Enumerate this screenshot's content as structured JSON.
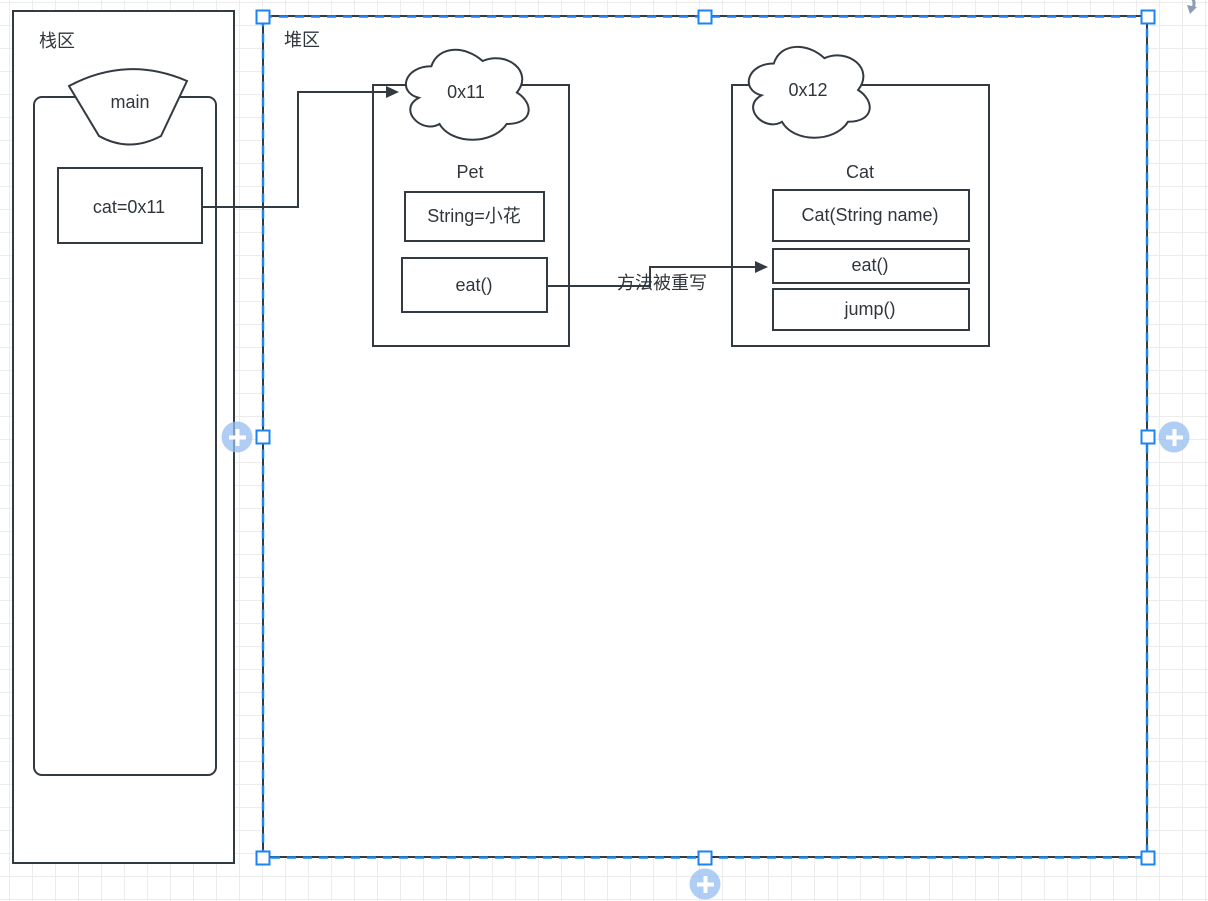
{
  "canvas": {
    "tool": "diagram-editor-canvas",
    "colors": {
      "shape_stroke": "#333a41",
      "selection_blue": "#1b84f0",
      "plus_button_fill": "#a9c8ee",
      "grid_line": "#ececec",
      "text": "#30363c"
    }
  },
  "stack": {
    "label": "栈区",
    "frame": {
      "label": "main"
    },
    "variable": {
      "label": "cat=0x11"
    }
  },
  "heap": {
    "label": "堆区",
    "pet": {
      "address": "0x11",
      "title": "Pet",
      "members": [
        "String=小花",
        "eat()"
      ]
    },
    "cat": {
      "address": "0x12",
      "title": "Cat",
      "members": [
        "Cat(String name)",
        "eat()",
        "jump()"
      ]
    },
    "override_note": "方法被重写"
  },
  "selection": {
    "handles": [
      "nw",
      "n",
      "ne",
      "w",
      "e",
      "sw",
      "s",
      "se"
    ],
    "plus_buttons": [
      "left",
      "right",
      "bottom"
    ]
  }
}
